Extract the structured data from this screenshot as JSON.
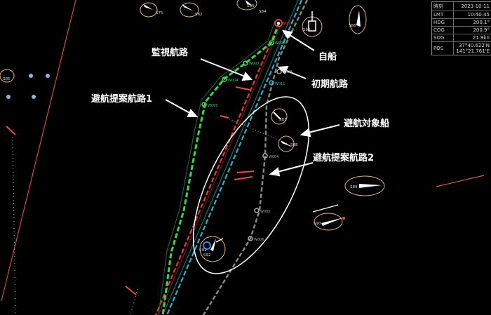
{
  "info_panel": {
    "rows": [
      {
        "key": "時刻",
        "values": [
          "2023-10-11"
        ]
      },
      {
        "key": "LMT",
        "values": [
          "10:40:45"
        ]
      },
      {
        "key": "HDG",
        "values": [
          "200.1°"
        ]
      },
      {
        "key": "COG",
        "values": [
          "200.9°"
        ]
      },
      {
        "key": "SOG",
        "values": [
          "21.9kn"
        ]
      },
      {
        "key": "POS",
        "values": [
          "37°40.622'N",
          "141°21.761'E"
        ]
      }
    ]
  },
  "annotations": {
    "own_ship": "自船",
    "monitor_route": "監視航路",
    "initial_route": "初期航路",
    "avoid_route_1": "避航提案航路1",
    "avoid_target": "避航対象船",
    "avoid_route_2": "避航提案航路2"
  },
  "ship_labels": [
    "S75",
    "S82",
    "S85",
    "S84",
    "S83",
    "S86",
    "S87",
    "S88",
    "S89",
    "S90",
    "S91",
    "S92",
    "S85"
  ],
  "waypoints": {
    "green": [
      "W002",
      "W003",
      "W004",
      "W005"
    ],
    "cyan": [
      "W011"
    ],
    "red": [
      "W001"
    ],
    "gray": [
      "W003",
      "W004",
      "W005",
      "W006"
    ]
  },
  "colors": {
    "monitor_route": "#e23b3b",
    "initial_route": "#2fb3c4",
    "avoid_route_1": "#3ed15a",
    "avoid_route_2": "#9a9a9a",
    "ship_ring": "#d8b48a",
    "background": "#000000"
  }
}
